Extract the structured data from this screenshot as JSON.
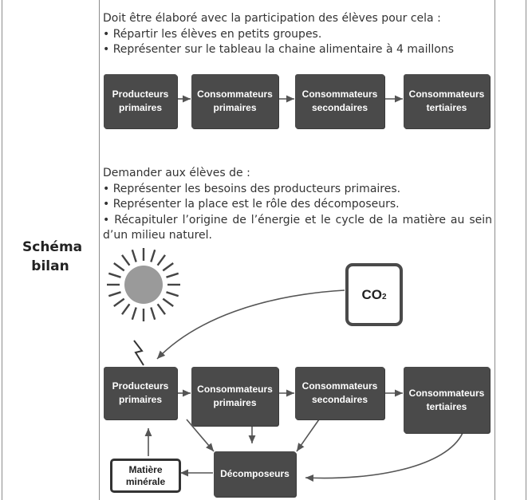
{
  "table": {
    "row_label": "Schéma bilan"
  },
  "intro": {
    "line1": "Doit être élaboré avec la participation des élèves pour cela :",
    "bullet1": "• Répartir les élèves en petits groupes.",
    "bullet2": "• Représenter sur le tableau  la chaine alimentaire à 4 maillons"
  },
  "chain1": [
    {
      "l1": "Producteurs",
      "l2": "primaires"
    },
    {
      "l1": "Consommateurs",
      "l2": "primaires"
    },
    {
      "l1": "Consommateurs",
      "l2": "secondaires"
    },
    {
      "l1": "Consommateurs",
      "l2": "tertiaires"
    }
  ],
  "instructions": {
    "lead": "Demander aux élèves de :",
    "bullet1": "• Représenter les besoins des producteurs primaires.",
    "bullet2": "• Représenter la place est le rôle des décomposeurs.",
    "bullet3": "• Récapituler l’origine de l’énergie et le cycle de la matière au sein d’un milieu naturel."
  },
  "diagram": {
    "co2_main": "CO",
    "co2_sub": "2",
    "chain": [
      {
        "l1": "Producteurs",
        "l2": "primaires"
      },
      {
        "l1": "Consommateurs",
        "l2": "primaires"
      },
      {
        "l1": "Consommateurs",
        "l2": "secondaires"
      },
      {
        "l1": "Consommateurs",
        "l2": "tertiaires"
      }
    ],
    "decomposers": "Décomposeurs",
    "mineral_l1": "Matière",
    "mineral_l2": "minérale",
    "colors": {
      "box": "#4a4a4a",
      "sun": "#9a9a9a",
      "line": "#5a5a5a"
    }
  }
}
